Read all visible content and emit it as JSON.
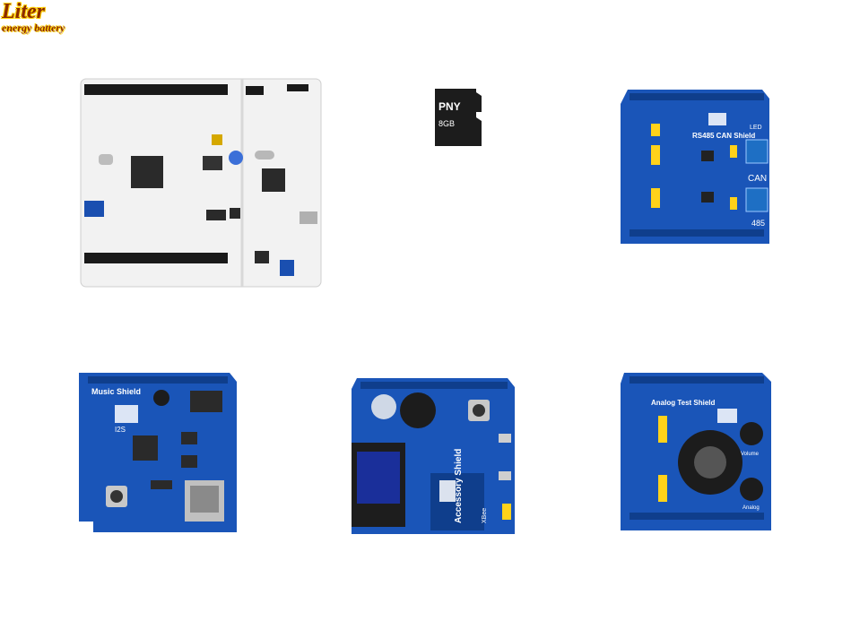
{
  "watermark": {
    "line1": "Liter",
    "line2": "energy battery"
  },
  "nucleo": {
    "brand_logo": "st-logo-icon"
  },
  "sdcard": {
    "brand": "PNY",
    "capacity": "8GB"
  },
  "rs485": {
    "title": "RS485 CAN Shield",
    "can": "CAN",
    "n485": "485",
    "led": "LED"
  },
  "music": {
    "title": "Music Shield",
    "i2s": "I2S"
  },
  "accessory": {
    "title": "Accessory Shield",
    "xbee": "XBee"
  },
  "analog": {
    "title": "Analog Test Shield",
    "volume": "Volume",
    "analog": "Analog"
  },
  "colors": {
    "shield_blue": "#1a55b8",
    "board_white": "#f2f2f2",
    "header_black": "#1a1a1a"
  }
}
